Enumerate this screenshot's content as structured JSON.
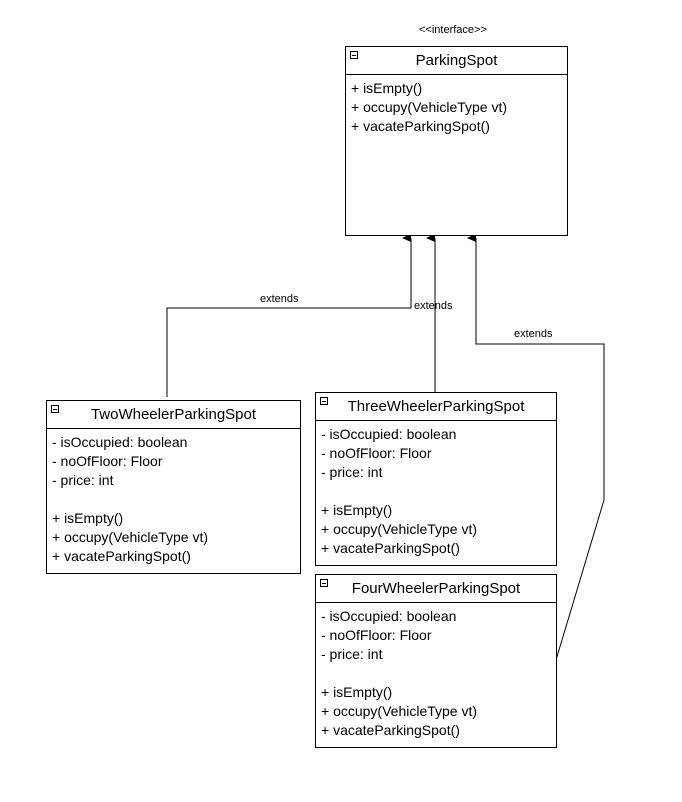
{
  "interface": {
    "stereotype": "<<interface>>",
    "name": "ParkingSpot",
    "methods": [
      "+ isEmpty()",
      "+ occupy(VehicleType vt)",
      "+ vacateParkingSpot()"
    ]
  },
  "classes": {
    "two": {
      "name": "TwoWheelerParkingSpot",
      "attributes": [
        "- isOccupied: boolean",
        "- noOfFloor: Floor",
        "- price: int"
      ],
      "methods": [
        "+ isEmpty()",
        "+ occupy(VehicleType vt)",
        "+ vacateParkingSpot()"
      ]
    },
    "three": {
      "name": "ThreeWheelerParkingSpot",
      "attributes": [
        "- isOccupied: boolean",
        "- noOfFloor: Floor",
        "- price: int"
      ],
      "methods": [
        "+ isEmpty()",
        "+ occupy(VehicleType vt)",
        "+ vacateParkingSpot()"
      ]
    },
    "four": {
      "name": "FourWheelerParkingSpot",
      "attributes": [
        "- isOccupied: boolean",
        "- noOfFloor: Floor",
        "- price: int"
      ],
      "methods": [
        "+ isEmpty()",
        "+ occupy(VehicleType vt)",
        "+ vacateParkingSpot()"
      ]
    }
  },
  "edges": {
    "two_label": "extends",
    "three_label": "extends",
    "four_label": "extends"
  }
}
